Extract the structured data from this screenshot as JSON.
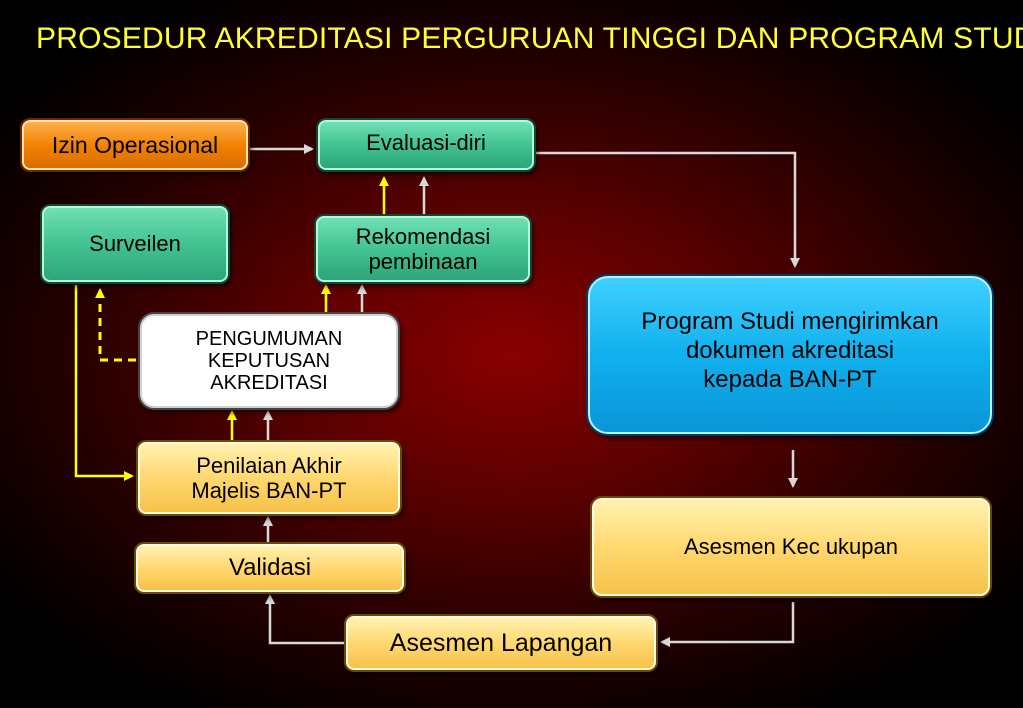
{
  "title": "PROSEDUR AKREDITASI PERGURUAN TINGGI DAN PROGRAM STUDI",
  "nodes": {
    "izin_operasional": "Izin Operasional",
    "evaluasi_diri": "Evaluasi-diri",
    "surveilen": "Surveilen",
    "rekomendasi_pembinaan": [
      "Rekomendasi",
      "pembinaan"
    ],
    "pengumuman": [
      "PENGUMUMAN",
      "KEPUTUSAN",
      "AKREDITASI"
    ],
    "penilaian_akhir": [
      "Penilaian Akhir",
      "Majelis BAN-PT"
    ],
    "validasi": "Validasi",
    "program_studi": [
      "Program Studi mengirimkan",
      "dokumen akreditasi",
      "kepada BAN-PT"
    ],
    "asesmen_kecukupan": "Asesmen Kec ukupan",
    "asesmen_lapangan": "Asesmen Lapangan"
  },
  "colors": {
    "title": "#ffff33",
    "arrow_white": "#d8d8d8",
    "arrow_yellow": "#ffff00",
    "orange": "#f07f00",
    "green": "#3fc08e",
    "blue": "#10b0ee",
    "yellow_box": "#ffd870"
  }
}
